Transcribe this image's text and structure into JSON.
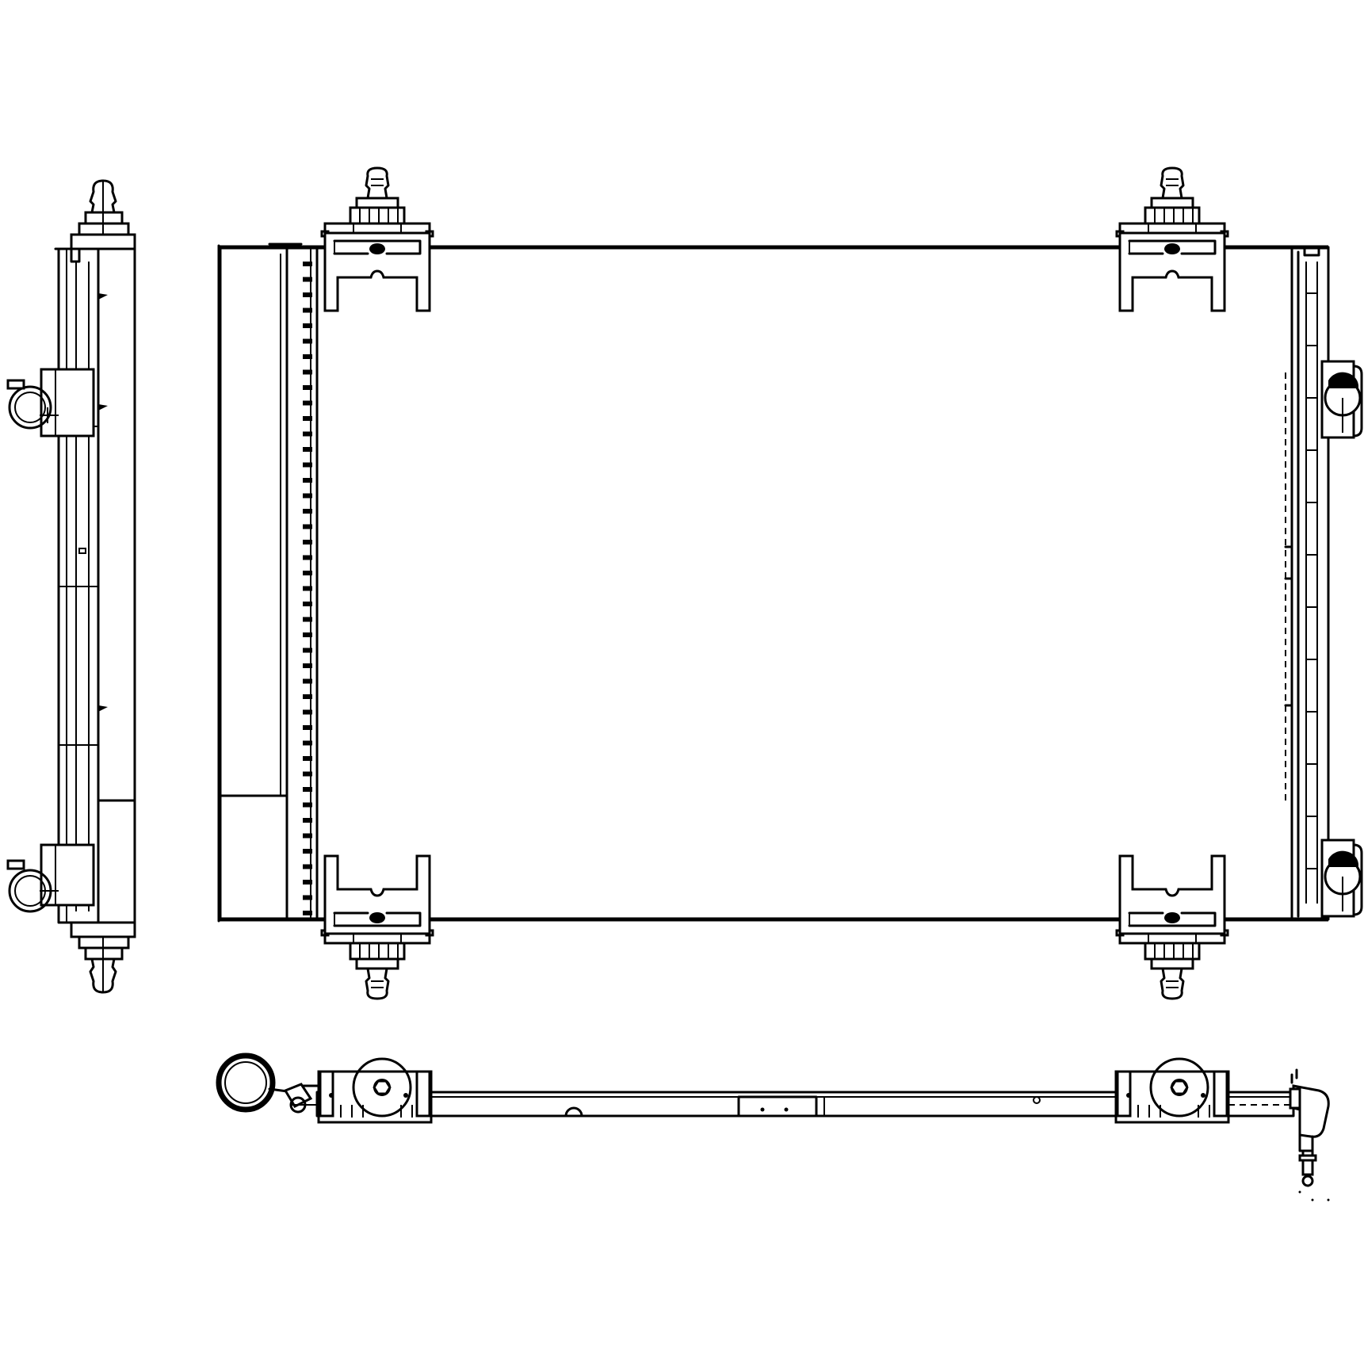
{
  "drawing": {
    "subject": "",
    "colors": {
      "line": "#000000",
      "background": "#ffffff"
    },
    "views": [
      "side-view",
      "front-view",
      "top-view"
    ]
  }
}
